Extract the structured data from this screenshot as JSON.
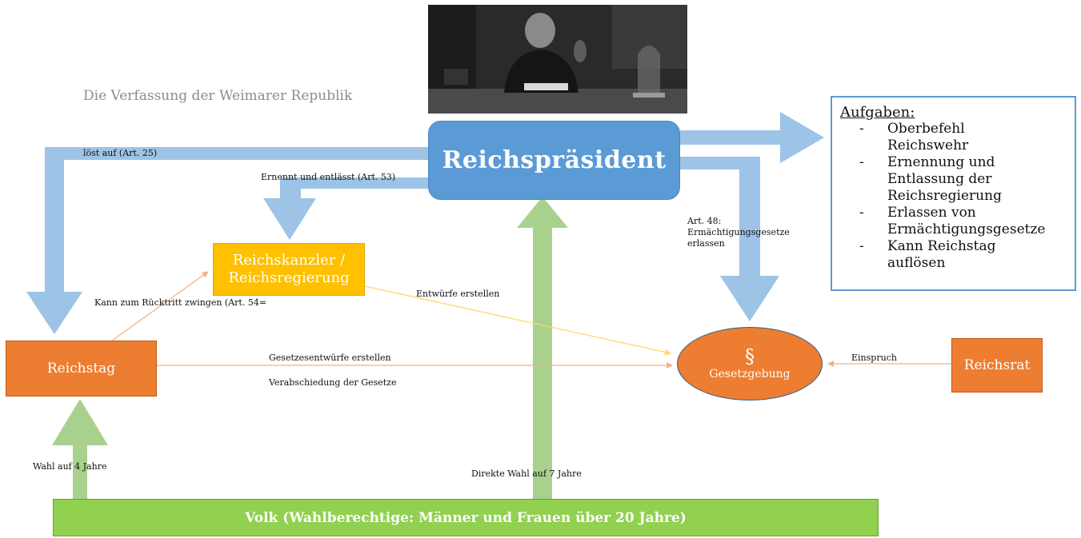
{
  "title": "Die Verfassung der Weimarer Republik",
  "nodes": {
    "reichspraesident": "Reichspräsident",
    "reichskanzler_line1": "Reichskanzler /",
    "reichskanzler_line2": "Reichsregierung",
    "reichstag": "Reichstag",
    "reichsrat": "Reichsrat",
    "gesetzgebung_symbol": "§",
    "gesetzgebung_label": "Gesetzgebung",
    "volk": "Volk (Wahlberechtige: Männer und Frauen über 20 Jahre)"
  },
  "aufgaben": {
    "heading": "Aufgaben:",
    "dash": "-",
    "items": [
      [
        "Oberbefehl",
        "Reichswehr"
      ],
      [
        "Ernennung und",
        "Entlassung der",
        "Reichsregierung"
      ],
      [
        "Erlassen von",
        "Ermächtigungsgesetze"
      ],
      [
        "Kann Reichstag",
        "auflösen"
      ]
    ]
  },
  "labels": {
    "loest_auf": "löst auf (Art. 25)",
    "ernennt": "Ernennt und entlässt (Art. 53)",
    "art48_line1": "Art. 48:",
    "art48_line2": "Ermächtigungsgesetze",
    "art48_line3": "erlassen",
    "ruecktritt": "Kann zum Rücktritt zwingen (Art. 54=",
    "entwuerfe": "Entwürfe erstellen",
    "gesetzesentwuerfe": "Gesetzesentwürfe erstellen",
    "verabschiedung": "Verabschiedung der Gesetze",
    "einspruch": "Einspruch",
    "wahl_4": "Wahl auf 4 Jahre",
    "wahl_7": "Direkte Wahl auf 7 Jahre"
  },
  "colors": {
    "blue_arrow": "#9dc3e6",
    "green_arrow": "#a9d18e",
    "orange_line": "#f4b183",
    "yellow_line": "#ffd966",
    "praesident": "#5b9bd5",
    "reichstag": "#ed7d31",
    "kanzler": "#ffc000",
    "volk": "#92d050"
  }
}
